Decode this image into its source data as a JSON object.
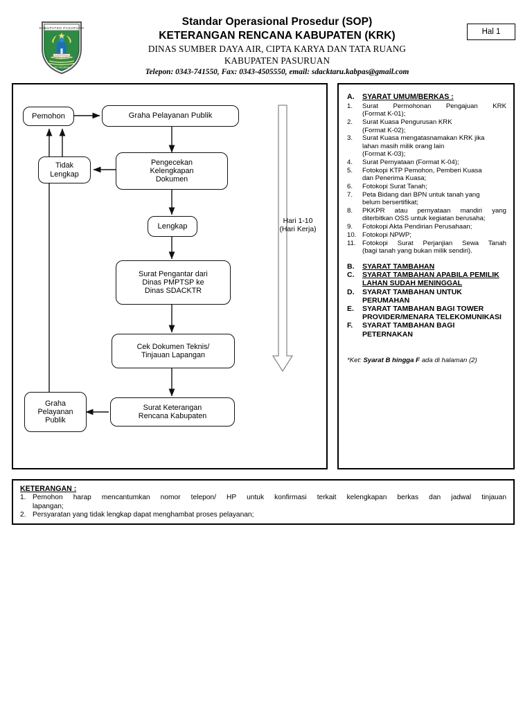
{
  "header": {
    "logo_alt": "Lambang Kabupaten Pasuruan",
    "line1": "Standar Operasional Prosedur (SOP)",
    "line2": "KETERANGAN RENCANA KABUPATEN (KRK)",
    "line3": "DINAS SUMBER DAYA AIR, CIPTA KARYA DAN TATA RUANG",
    "line4": "KABUPATEN PASURUAN",
    "line5": "Telepon: 0343-741550, Fax: 0343-4505550, email: sdacktaru.kabpas@gmail.com",
    "page_label": "Hal 1"
  },
  "flowchart": {
    "nodes": [
      {
        "id": "pemohon",
        "label": "Pemohon"
      },
      {
        "id": "graha_top",
        "label": "Graha Pelayanan Publik"
      },
      {
        "id": "tidak_lengkap",
        "label": "Tidak\nLengkap"
      },
      {
        "id": "pengecekan",
        "label": "Pengecekan\nKelengkapan\nDokumen"
      },
      {
        "id": "lengkap",
        "label": "Lengkap"
      },
      {
        "id": "surat_pengantar",
        "label": "Surat Pengantar dari\nDinas PMPTSP ke\nDinas SDACKTR"
      },
      {
        "id": "cek_teknis",
        "label": "Cek Dokumen Teknis/\nTinjauan Lapangan"
      },
      {
        "id": "skrk",
        "label": "Surat Keterangan\nRencana Kabupaten"
      },
      {
        "id": "graha_bottom",
        "label": "Graha\nPelayanan\nPublik"
      }
    ],
    "day_arrow": {
      "line1": "Hari 1-10",
      "line2": "(Hari Kerja)"
    }
  },
  "requirements": {
    "section_a": {
      "letter": "A.",
      "title": "SYARAT UMUM/BERKAS :",
      "items": [
        {
          "num": "1.",
          "lines": [
            "Surat Permohonan Pengajuan KRK",
            "(Format K-01);"
          ],
          "justify_first": true
        },
        {
          "num": "2.",
          "lines": [
            "Surat Kuasa Pengurusan KRK",
            "(Format K-02);"
          ],
          "justify_first": false
        },
        {
          "num": "3.",
          "lines": [
            "Surat Kuasa mengatasnamakan KRK jika",
            "lahan masih milik orang lain",
            "(Format K-03);"
          ],
          "justify_first": false
        },
        {
          "num": "4.",
          "lines": [
            "Surat Pernyataan (Format K-04);"
          ],
          "justify_first": false
        },
        {
          "num": "5.",
          "lines": [
            "Fotokopi KTP Pemohon, Pemberi Kuasa",
            "dan Penerima Kuasa;"
          ],
          "justify_first": false
        },
        {
          "num": "6.",
          "lines": [
            "Fotokopi Surat Tanah;"
          ],
          "justify_first": false
        },
        {
          "num": "7.",
          "lines": [
            "Peta Bidang dari BPN untuk tanah yang",
            "belum bersertifikat;"
          ],
          "justify_first": false
        },
        {
          "num": "8.",
          "lines": [
            "PKKPR atau pernyataan mandiri yang",
            "diterbitkan OSS untuk kegiatan berusaha;"
          ],
          "justify_first": true
        },
        {
          "num": "9.",
          "lines": [
            "Fotokopi Akta Pendirian Perusahaan;"
          ],
          "justify_first": false
        },
        {
          "num": "10.",
          "lines": [
            "Fotokopi NPWP;"
          ],
          "justify_first": false
        },
        {
          "num": "11.",
          "lines": [
            "Fotokopi Surat Perjanjian Sewa Tanah",
            "(bagi tanah yang bukan milik sendiri)."
          ],
          "justify_first": true
        }
      ]
    },
    "other_sections": [
      {
        "letter": "B.",
        "lines": [
          "SYARAT TAMBAHAN"
        ],
        "underline": true
      },
      {
        "letter": "C.",
        "lines": [
          "SYARAT TAMBAHAN APABILA PEMILIK",
          "LAHAN SUDAH MENINGGAL"
        ],
        "underline": true
      },
      {
        "letter": "D.",
        "lines": [
          "SYARAT TAMBAHAN UNTUK",
          "PERUMAHAN"
        ],
        "underline": false
      },
      {
        "letter": "E.",
        "lines": [
          "SYARAT TAMBAHAN BAGI TOWER",
          "PROVIDER/MENARA TELEKOMUNIKASI"
        ],
        "underline": false
      },
      {
        "letter": "F.",
        "lines": [
          "SYARAT TAMBAHAN BAGI",
          "PETERNAKAN"
        ],
        "underline": false
      }
    ],
    "footnote_prefix": "*Ket: ",
    "footnote_bold": "Syarat B hingga F",
    "footnote_rest": " ada di halaman (2)"
  },
  "keterangan": {
    "title": "KETERANGAN",
    "title_suffix": " :",
    "items": [
      {
        "num": "1.",
        "lines": [
          "Pemohon harap mencantumkan nomor telepon/ HP untuk konfirmasi terkait kelengkapan berkas dan jadwal tinjauan",
          "lapangan;"
        ],
        "justify_first": true
      },
      {
        "num": "2.",
        "lines": [
          "Persyaratan yang tidak lengkap dapat menghambat proses pelayanan;"
        ],
        "justify_first": false
      }
    ]
  },
  "colors": {
    "ink": "#000000",
    "paper": "#ffffff",
    "logo_green": "#2e8b45",
    "logo_dark_green": "#1d6b33",
    "logo_blue": "#1f6fb5",
    "day_arrow_stroke": "#8a8a8a"
  }
}
